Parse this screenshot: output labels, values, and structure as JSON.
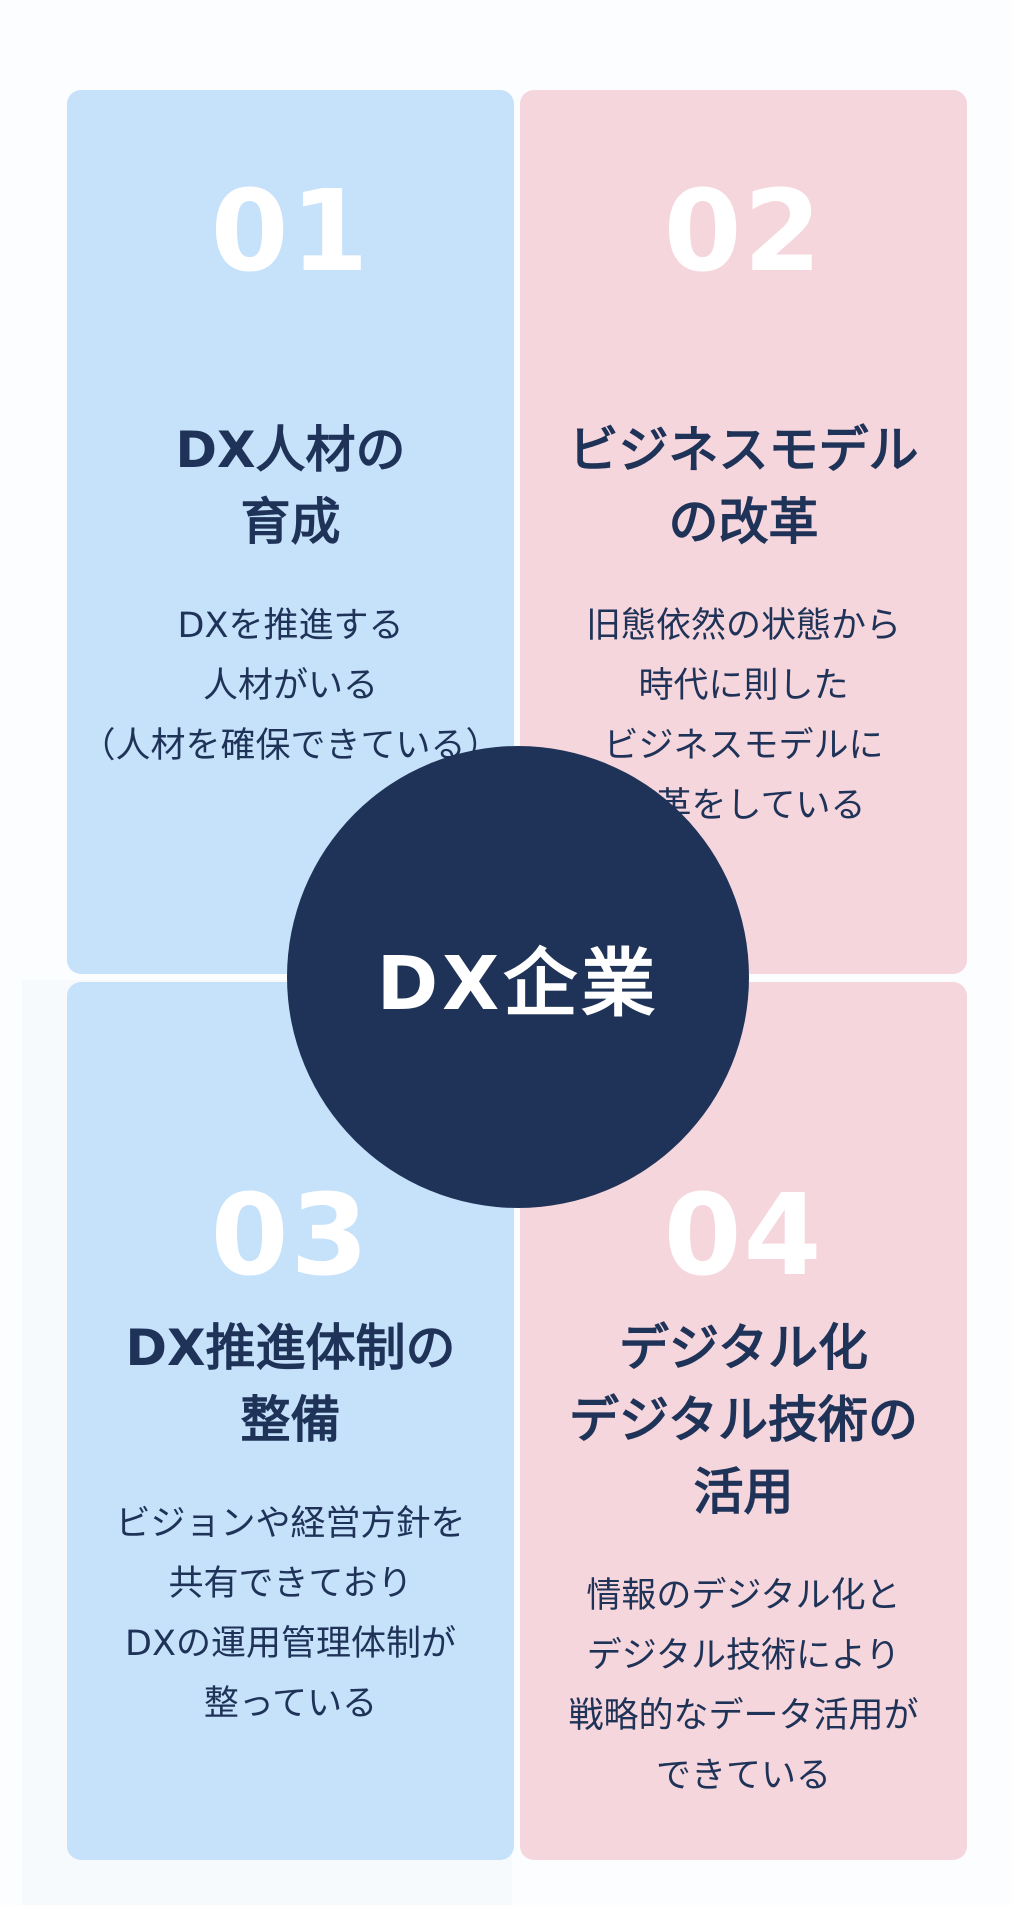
{
  "center": {
    "label": "DX企業"
  },
  "cards": [
    {
      "number": "01",
      "title_lines": [
        "DX人材の",
        "育成"
      ],
      "desc_lines": [
        "DXを推進する",
        "人材がいる",
        "（人材を確保できている）"
      ],
      "color": "#c6e1fa"
    },
    {
      "number": "02",
      "title_lines": [
        "ビジネスモデル",
        "の改革"
      ],
      "desc_lines": [
        "旧態依然の状態から",
        "時代に則した",
        "ビジネスモデルに",
        "改革をしている"
      ],
      "color": "#f6d6dd"
    },
    {
      "number": "03",
      "title_lines": [
        "DX推進体制の",
        "整備"
      ],
      "desc_lines": [
        "ビジョンや経営方針を",
        "共有できており",
        "DXの運用管理体制が",
        "整っている"
      ],
      "color": "#c6e1fa"
    },
    {
      "number": "04",
      "title_lines": [
        "デジタル化",
        "デジタル技術の",
        "活用"
      ],
      "desc_lines": [
        "情報のデジタル化と",
        "デジタル技術により",
        "戦略的なデータ活用が",
        "できている"
      ],
      "color": "#f6d6dd"
    }
  ],
  "colors": {
    "navy": "#1f3358",
    "blue_card": "#c6e1fa",
    "pink_card": "#f6d6dd",
    "number_text": "#ffffff"
  }
}
